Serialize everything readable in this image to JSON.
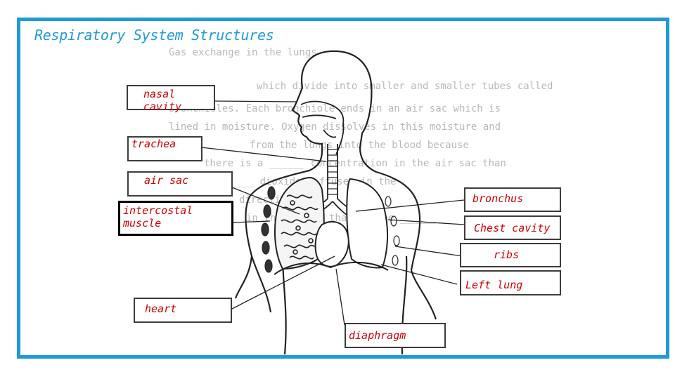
{
  "title": "Respiratory System Structures",
  "colors": {
    "frame": "#1e9ad6",
    "title": "#1e9ad6",
    "label_text": "#cc0000",
    "box_border": "#3c3c3c",
    "drawing": "#222222"
  },
  "labels": {
    "nasal_cavity": "nasal cavity",
    "trachea": "trachea",
    "air_sac": "air sac",
    "intercostal_muscle_line1": "intercostal",
    "intercostal_muscle_line2": "muscle",
    "bronchus": "bronchus",
    "chest_cavity": "Chest cavity",
    "ribs": "ribs",
    "left_lung": "Left lung",
    "heart": "heart",
    "diaphragm": "diaphragm"
  },
  "background_worksheet_text": [
    "Gas exchange in the lungs",
    "which divide into smaller and smaller tubes called",
    "bronchioles. Each bronchiole ends in an air sac which is",
    "lined in moisture. Oxygen dissolves in this moisture and",
    "from the lungs into the blood because",
    "there is a ______ concentration in the air sac than",
    "the b ______ dioxide diffuses in the",
    "direction ______",
    "in the ______ than in the ______"
  ]
}
